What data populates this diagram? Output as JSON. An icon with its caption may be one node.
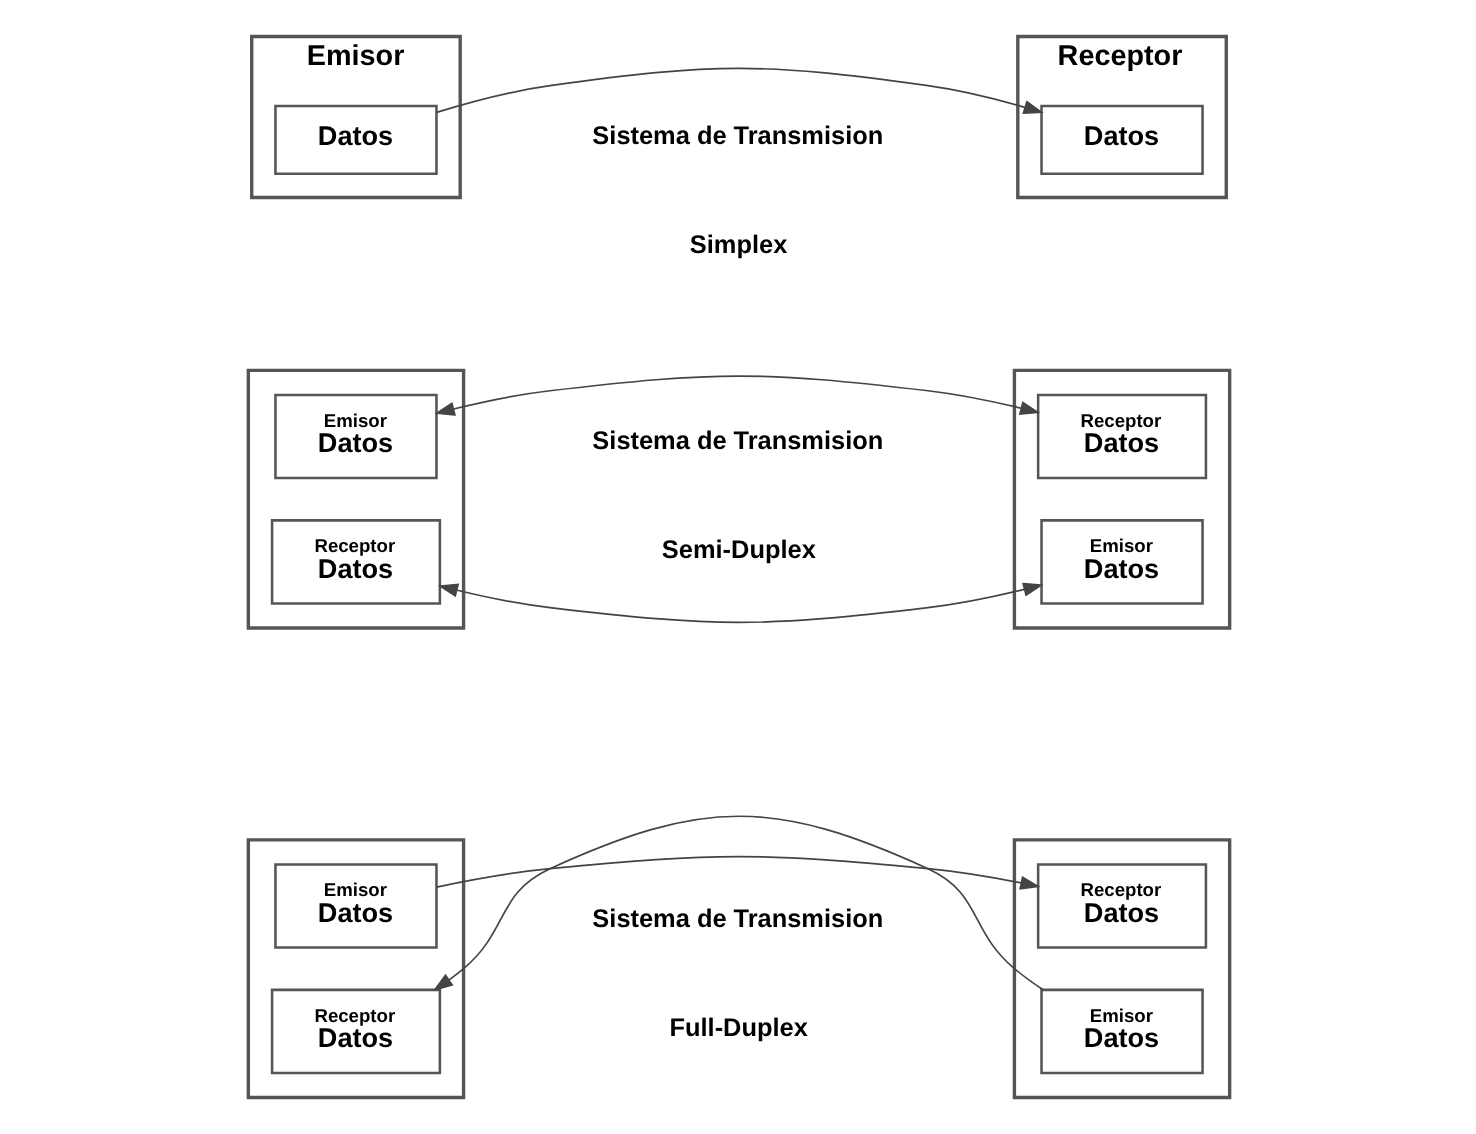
{
  "diagram": {
    "nodes": [
      {
        "text": [
          "Emisor"
        ]
      },
      {
        "text": [
          "Datos"
        ],
        "in": 0
      },
      {
        "text": [
          "Receptor"
        ]
      },
      {
        "text": [
          "Datos"
        ],
        "in": 2
      },
      {
        "text": [],
        "shape": "box"
      },
      {
        "text": [
          "Emisor",
          "Datos"
        ],
        "in": 4
      },
      {
        "text": [
          "Receptor",
          "Datos"
        ],
        "in": 4
      },
      {
        "text": [],
        "shape": "box"
      },
      {
        "text": [
          "Receptor",
          "Datos"
        ],
        "in": 7
      },
      {
        "text": [
          "Emisor",
          "Datos"
        ],
        "in": 7
      },
      {
        "text": [],
        "shape": "box"
      },
      {
        "text": [
          "Emisor",
          "Datos"
        ],
        "in": 10
      },
      {
        "text": [
          "Receptor",
          "Datos"
        ],
        "in": 10
      },
      {
        "text": [],
        "shape": "box"
      },
      {
        "text": [
          "Receptor",
          "Datos"
        ],
        "in": 13
      },
      {
        "text": [
          "Emisor",
          "Datos"
        ],
        "in": 13
      }
    ],
    "edges": [
      {
        "from": 1,
        "to": 3,
        "arrow": "to"
      },
      {
        "from": 5,
        "to": 8,
        "arrow": "both"
      },
      {
        "from": 6,
        "to": 9,
        "arrow": "both"
      },
      {
        "from": 11,
        "to": 14,
        "arrow": "to"
      },
      {
        "from": 15,
        "to": 12,
        "arrow": "to"
      }
    ],
    "labels": [
      "Sistema de Transmision",
      "Simplex",
      "Sistema de Transmision",
      "Semi-Duplex",
      "Sistema de Transmision",
      "Full-Duplex"
    ]
  }
}
